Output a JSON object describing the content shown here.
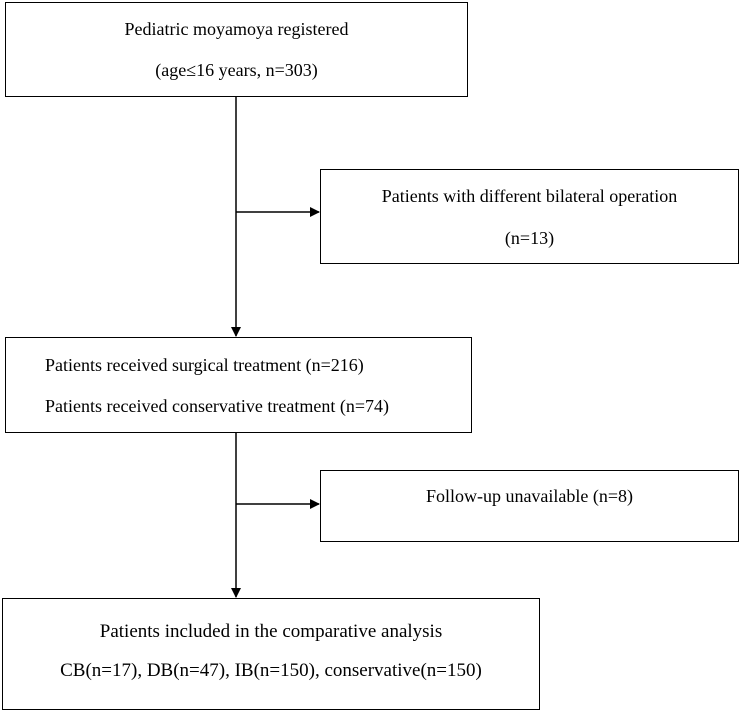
{
  "flowchart": {
    "registered": {
      "line1": "Pediatric moyamoya registered",
      "line2": "(age≤16 years, n=303)"
    },
    "excluded_bilateral": {
      "line1": "Patients with different bilateral operation",
      "line2": "(n=13)"
    },
    "treatment": {
      "line1": "Patients received surgical treatment (n=216)",
      "line2": "Patients received conservative treatment (n=74)"
    },
    "excluded_followup": {
      "line1": "Follow-up unavailable (n=8)"
    },
    "included": {
      "line1": "Patients included in the comparative analysis",
      "line2": "CB(n=17), DB(n=47), IB(n=150), conservative(n=150)"
    }
  }
}
